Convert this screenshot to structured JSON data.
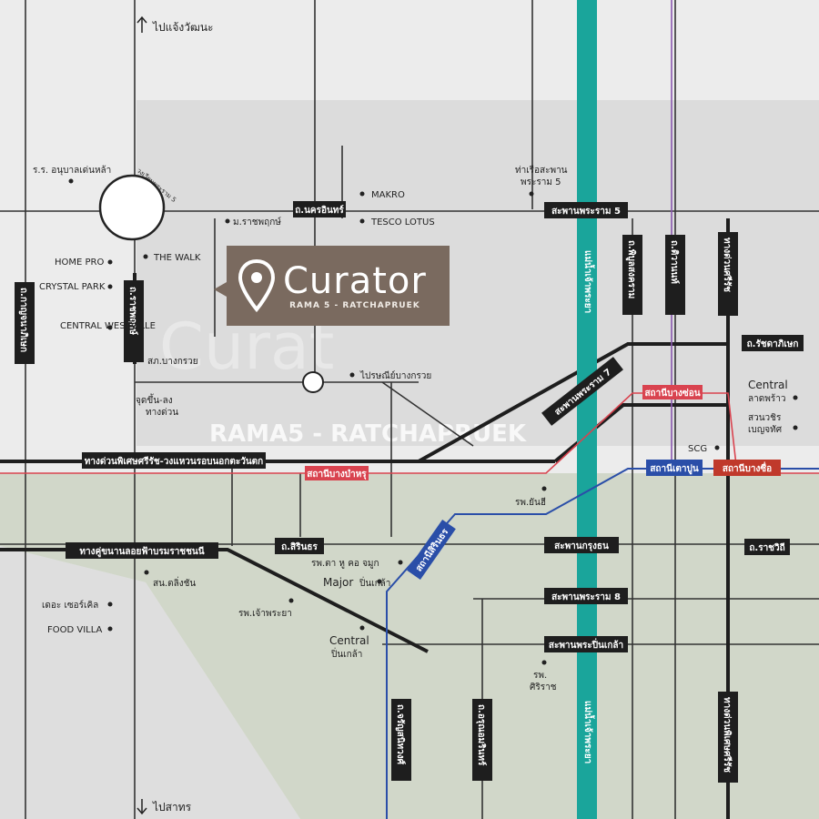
{
  "directions": {
    "north": "ไปแจ้งวัฒนะ",
    "south": "ไปสาทร"
  },
  "logo": {
    "brand": "Curator",
    "subtitle": "RAMA 5 - RATCHAPRUEK"
  },
  "background_text": {
    "sign": "RAMA5 - RATCHAPRUEK"
  },
  "roundabout_label": "วงเวียนพระราม 5",
  "road_labels": {
    "nakhon_in": "ถ.นครอินทร์",
    "rama5_bridge": "สะพานพระราม 5",
    "ratchaphruek": "ถ.ราชพฤกษ์",
    "kanchanaphisek": "ถ.กาญจนาภิเษก",
    "phibunsongkhram": "ถ.พิบูลสงคราม",
    "tiwanon": "ถ.ติวานนท์",
    "prachachuen": "ทางด่วนศรีรัช",
    "ratchadaphisek": "ถ.รัชดาภิเษก",
    "rama7_bridge": "สะพานพระราม 7",
    "expressway_si_rat_outer": "ทางด่วนพิเศษศรีรัช-วงแหวนรอบนอกตะวันตก",
    "sirindhorn": "ถ.สิรินธร",
    "borommaratchachonnani": "ทางคู่ขนานลอยฟ้าบรมราชชนนี",
    "krungthon_bridge": "สะพานกรุงธน",
    "ratchawithi": "ถ.ราชวิถี",
    "rama8_bridge": "สะพานพระราม 8",
    "pinklao_bridge": "สะพานพระปิ่นเกล้า",
    "charan_sanitwong": "ถ.จรัญสนิทวงศ์",
    "arun_amarin": "ถ.อรุณอมรินทร์",
    "expressway_si_rat": "ทางด่วนพิเศษศรีรัช",
    "river_north": "แม่น้ำเจ้าพระยา",
    "river_south": "แม่น้ำเจ้าพระยา"
  },
  "stations": {
    "bang_son": "สถานีบางซ่อน",
    "bang_bamru": "สถานีบางบำหรุ",
    "tao_poon": "สถานีเตาปูน",
    "bang_sue": "สถานีบางซื่อ",
    "sirindhorn": "สถานีสิรินธร"
  },
  "pois": {
    "anubal": "ร.ร. อนุบาลเด่นหล้า",
    "home_pro": "HOME PRO",
    "crystal_park": "CRYSTAL PARK",
    "central_westville": "CENTRAL WESTVILLE",
    "the_walk": "THE WALK",
    "ratchaphruek_uni": "ม.ราชพฤกษ์",
    "makro": "MAKRO",
    "tesco": "TESCO LOTUS",
    "tha_rua": "ท่าเรือสะพาน",
    "tha_rua_2": "พระราม 5",
    "police": "สภ.บางกรวย",
    "post": "ไปรษณีย์บางกรวย",
    "exp_entry": "จุดขึ้น-ลง",
    "exp_entry_2": "ทางด่วน",
    "central_ladprao": "Central",
    "central_ladprao_2": "ลาดพร้าว",
    "suan_wachira": "สวนวชิร",
    "suan_wachira_2": "เบญจทัศ",
    "scg": "SCG",
    "yanhee": "รพ.ยันฮี",
    "talingchan_station": "สน.ตลิ่งชัน",
    "ent_hospital": "รพ.ตา หู คอ จมูก",
    "major": "Major",
    "major_2": "ปิ่นเกล้า",
    "chaophraya_hospital": "รพ.เจ้าพระยา",
    "central_pinklao": "Central",
    "central_pinklao_2": "ปิ่นเกล้า",
    "the_circle": "เดอะ เซอร์เคิล",
    "food_villa": "FOOD VILLA",
    "siriraj": "รพ.",
    "siriraj_2": "ศิริราช"
  },
  "colors": {
    "river": "#1aa59b",
    "logo_bg": "#7a6a5f",
    "red_line": "#d9434f",
    "blue_line": "#2a4ea8",
    "purple_line": "#8a58b0",
    "road_tag": "#1e1e1e"
  },
  "icons": {
    "pin": "location-pin-icon",
    "arrow_up": "arrow-up-icon",
    "arrow_down": "arrow-down-icon"
  }
}
